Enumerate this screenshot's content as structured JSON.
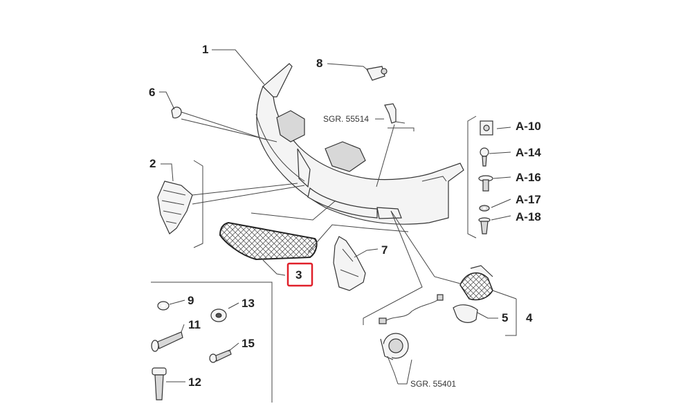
{
  "labels": {
    "p1": "1",
    "p2": "2",
    "p3": "3",
    "p4": "4",
    "p5": "5",
    "p6": "6",
    "p7": "7",
    "p8": "8",
    "p9": "9",
    "p11": "11",
    "p12": "12",
    "p13": "13",
    "p15": "15",
    "a10": "A-10",
    "a14": "A-14",
    "a16": "A-16",
    "a17": "A-17",
    "a18": "A-18"
  },
  "refs": {
    "sgr_top": "SGR. 55514",
    "sgr_bottom": "SGR. 55401"
  },
  "highlight": {
    "label": "3",
    "color": "#e0202a"
  }
}
